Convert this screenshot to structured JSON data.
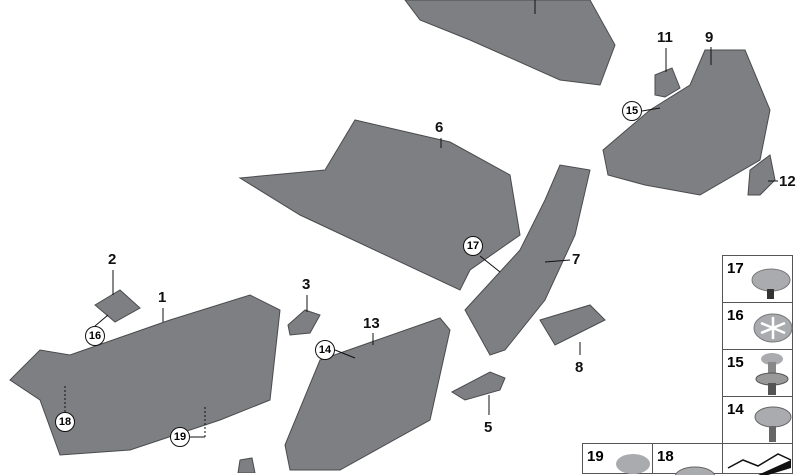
{
  "labels": {
    "p1": "1",
    "p2": "2",
    "p3": "3",
    "p5": "5",
    "p6": "6",
    "p7": "7",
    "p8": "8",
    "p9": "9",
    "p11": "11",
    "p12": "12",
    "p13": "13",
    "c14": "14",
    "c15": "15",
    "c16": "16",
    "c17": "17",
    "c18": "18",
    "c19": "19"
  },
  "fasteners": [
    {
      "number": "17",
      "icon": "push-rivet-cap-icon"
    },
    {
      "number": "16",
      "icon": "speed-nut-icon"
    },
    {
      "number": "15",
      "icon": "expanding-rivet-icon"
    },
    {
      "number": "14",
      "icon": "flange-screw-icon"
    },
    {
      "number": "19",
      "icon": "push-rivet-cap-icon"
    },
    {
      "number": "18",
      "icon": "torx-nut-icon"
    }
  ],
  "colors": {
    "part": "#7d7f82",
    "part_dark": "#5a5c5f",
    "part_light": "#a9abae",
    "line": "#111111"
  }
}
